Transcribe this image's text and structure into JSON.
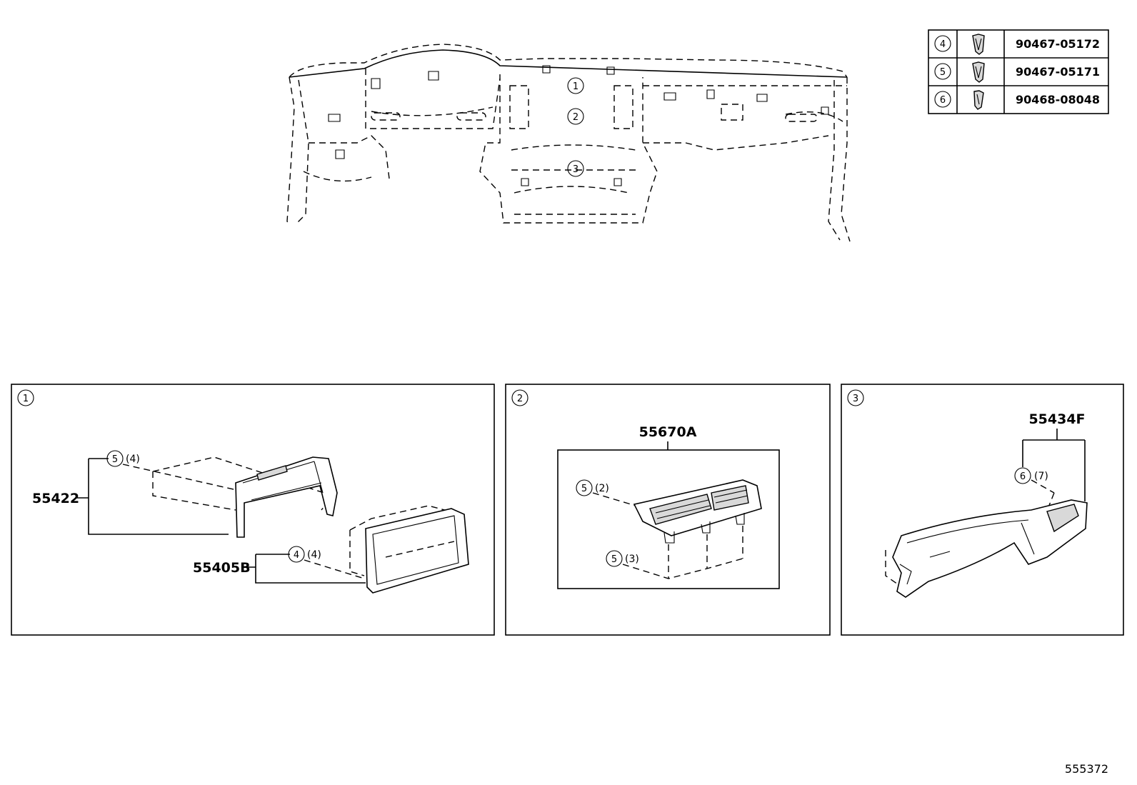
{
  "parts_table": [
    {
      "ref": "4",
      "part_no": "90467-05172",
      "icon": "clip-icon"
    },
    {
      "ref": "5",
      "part_no": "90467-05171",
      "icon": "clip-icon"
    },
    {
      "ref": "6",
      "part_no": "90468-08048",
      "icon": "clip-icon"
    }
  ],
  "overview": {
    "callouts": [
      "1",
      "2",
      "3"
    ]
  },
  "panel1": {
    "index": "1",
    "part_a": "55422",
    "part_b": "55405B",
    "clip_a": {
      "ref": "5",
      "qty": "(4)"
    },
    "clip_b": {
      "ref": "4",
      "qty": "(4)"
    }
  },
  "panel2": {
    "index": "2",
    "part": "55670A",
    "clip_a": {
      "ref": "5",
      "qty": "(2)"
    },
    "clip_b": {
      "ref": "5",
      "qty": "(3)"
    }
  },
  "panel3": {
    "index": "3",
    "part": "55434F",
    "clip": {
      "ref": "6",
      "qty": "(7)"
    }
  },
  "diagram_id": "555372"
}
